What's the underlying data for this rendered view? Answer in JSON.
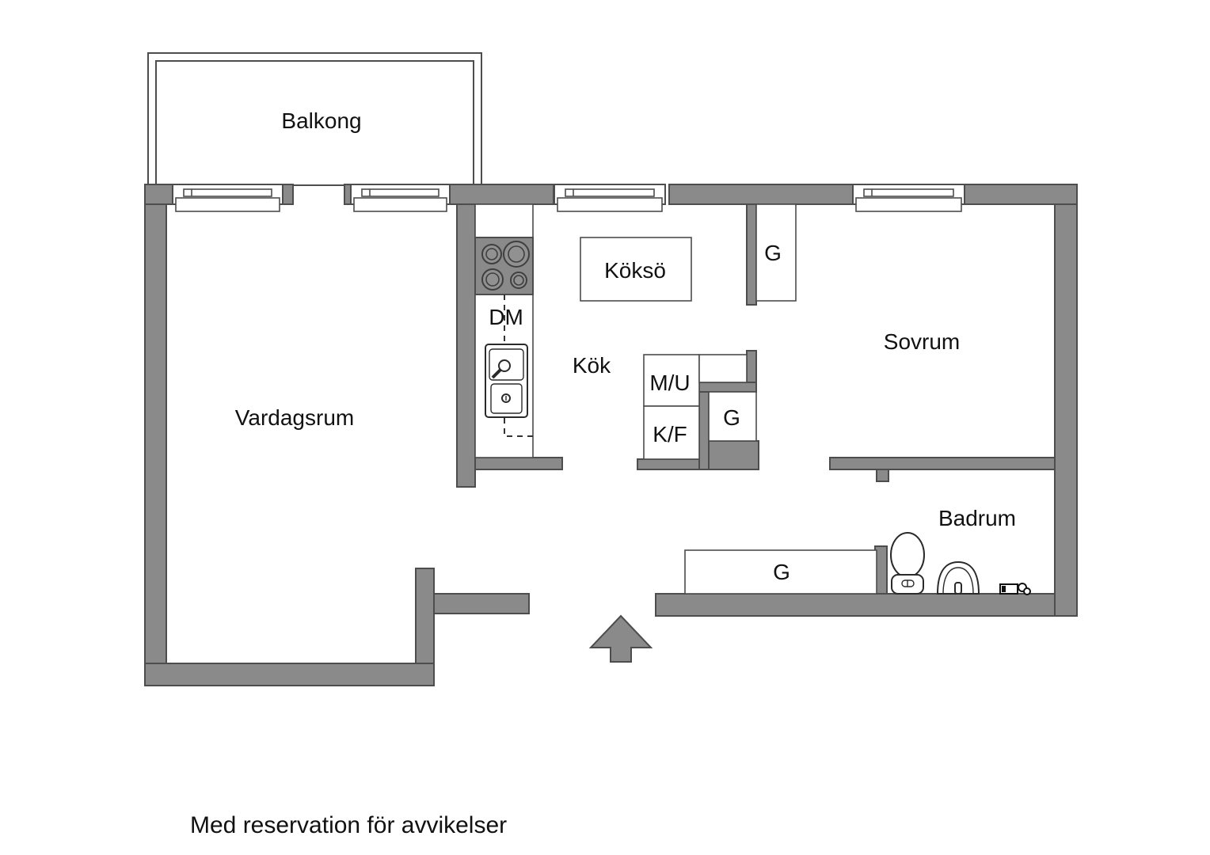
{
  "floor_plan": {
    "labels": {
      "balcony": "Balkong",
      "living_room": "Vardagsrum",
      "kitchen": "Kök",
      "kitchen_island": "Köksö",
      "dishwasher": "DM",
      "microwave_oven": "M/U",
      "fridge_freezer": "K/F",
      "wardrobe_top": "G",
      "wardrobe_kitchen": "G",
      "wardrobe_hall": "G",
      "bedroom": "Sovrum",
      "bathroom": "Badrum"
    },
    "disclaimer": "Med reservation för avvikelser",
    "icons": [
      "stove-icon",
      "kitchen-sink-icon",
      "toilet-icon",
      "washbasin-icon",
      "laundry-connection-icon",
      "entrance-arrow-icon",
      "window-icon",
      "balcony-outline"
    ],
    "colors": {
      "wall": "#8a8a8a",
      "wall_outline": "#4d4d4d",
      "text": "#111111",
      "background": "#ffffff"
    }
  }
}
